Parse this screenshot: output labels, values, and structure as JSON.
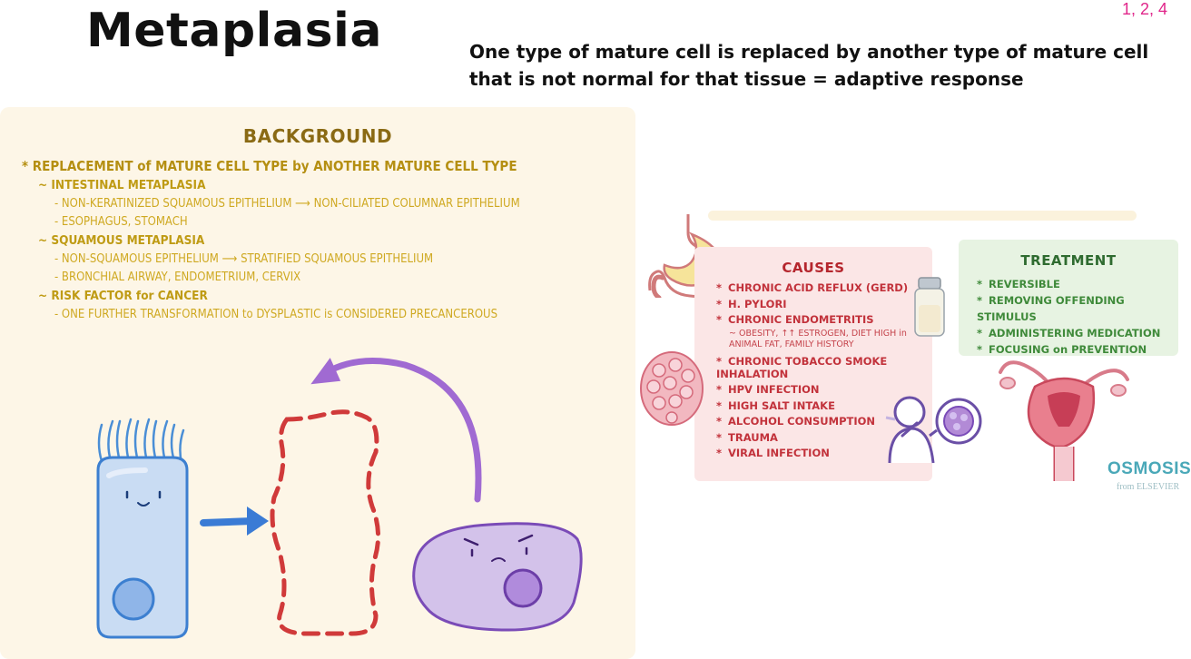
{
  "header": {
    "title": "Metaplasia",
    "subtitle": "One type of mature cell is replaced by another type of mature cell that is not normal for that tissue = adaptive response",
    "refs": "1, 2, 4"
  },
  "background": {
    "title": "BACKGROUND",
    "items": [
      {
        "level": 1,
        "text": "* REPLACEMENT of MATURE CELL TYPE by ANOTHER MATURE CELL TYPE"
      },
      {
        "level": 2,
        "text": "~ INTESTINAL METAPLASIA"
      },
      {
        "level": 3,
        "text": "- NON-KERATINIZED SQUAMOUS EPITHELIUM ⟶ NON-CILIATED COLUMNAR EPITHELIUM"
      },
      {
        "level": 3,
        "text": "- ESOPHAGUS, STOMACH"
      },
      {
        "level": 2,
        "text": "~ SQUAMOUS METAPLASIA"
      },
      {
        "level": 3,
        "text": "- NON-SQUAMOUS EPITHELIUM ⟶ STRATIFIED SQUAMOUS EPITHELIUM"
      },
      {
        "level": 3,
        "text": "- BRONCHIAL AIRWAY, ENDOMETRIUM, CERVIX"
      },
      {
        "level": 2,
        "text": "~ RISK FACTOR for CANCER"
      },
      {
        "level": 3,
        "text": "- ONE FURTHER TRANSFORMATION to DYSPLASTIC is CONSIDERED PRECANCEROUS"
      }
    ]
  },
  "causes": {
    "title": "CAUSES",
    "items": [
      {
        "text": "CHRONIC ACID REFLUX (GERD)"
      },
      {
        "text": "H. PYLORI"
      },
      {
        "text": "CHRONIC ENDOMETRITIS"
      },
      {
        "text": "~ OBESITY, ↑↑ ESTROGEN, DIET HIGH in ANIMAL FAT, FAMILY HISTORY",
        "sub": true
      },
      {
        "text": "CHRONIC TOBACCO SMOKE INHALATION"
      },
      {
        "text": "HPV INFECTION"
      },
      {
        "text": "HIGH SALT INTAKE"
      },
      {
        "text": "ALCOHOL CONSUMPTION"
      },
      {
        "text": "TRAUMA"
      },
      {
        "text": "VIRAL INFECTION"
      }
    ]
  },
  "treatment": {
    "title": "TREATMENT",
    "items": [
      "REVERSIBLE",
      "REMOVING OFFENDING STIMULUS",
      "ADMINISTERING MEDICATION",
      "FOCUSING on PREVENTION"
    ]
  },
  "logo": {
    "name": "OSMOSIS",
    "sub": "from ELSEVIER"
  },
  "icons": {
    "star": "*",
    "stomach": "stomach-icon",
    "jar": "jar-icon",
    "virus": "virus-icon",
    "smoker": "smoker-icon",
    "uterus": "uterus-icon"
  },
  "colors": {
    "bg_panel": "#fdf6e7",
    "bg_text": "#c9a51b",
    "causes_panel": "#fbe6e6",
    "causes_text": "#c2323b",
    "treat_panel": "#e7f3e2",
    "treat_text": "#3f8a3a",
    "refs": "#e0268a"
  }
}
